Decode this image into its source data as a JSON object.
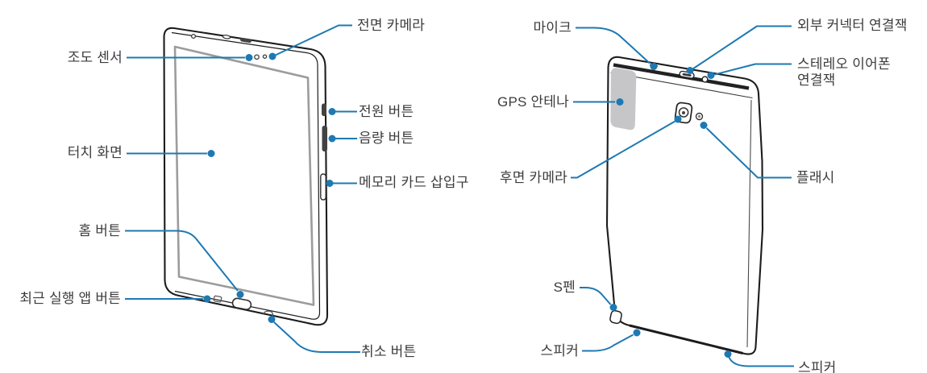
{
  "colors": {
    "accent": "#1d79b2",
    "outline": "#1c1c1c",
    "gps_patch": "#c6c6c8",
    "text": "#3c3c3e"
  },
  "labels": {
    "front_camera": "전면 카메라",
    "light_sensor": "조도 센서",
    "power_button": "전원 버튼",
    "volume_button": "음량 버튼",
    "touch_screen": "터치 화면",
    "memory_card_slot": "메모리 카드 삽입구",
    "home_button": "홈 버튼",
    "recent_apps_button": "최근 실행 앱 버튼",
    "cancel_button": "취소 버튼",
    "microphone": "마이크",
    "external_connector_jack": "외부 커넥터 연결잭",
    "stereo_earphone_jack": "스테레오 이어폰\n연결잭",
    "gps_antenna": "GPS 안테나",
    "rear_camera": "후면 카메라",
    "flash": "플래시",
    "s_pen": "S펜",
    "speaker_left": "스피커",
    "speaker_bottom": "스피커"
  }
}
